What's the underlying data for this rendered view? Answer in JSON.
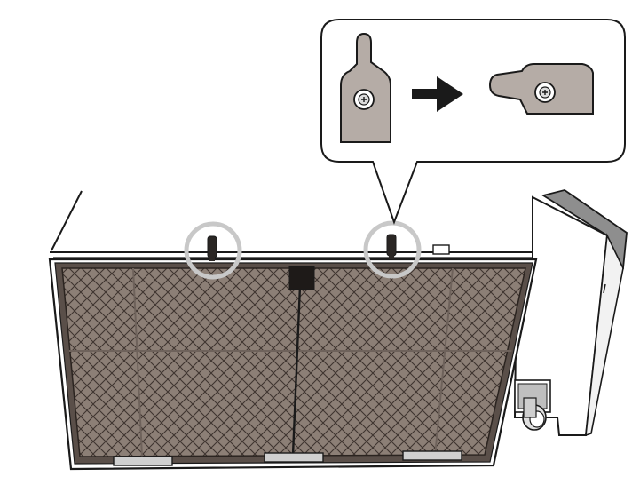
{
  "figure": {
    "kind": "installation-instruction-illustration",
    "subject": "ceiling-cassette-unit-filter",
    "callout": {
      "steps": [
        "latch-upright",
        "latch-rotated"
      ],
      "arrow": "right-arrow-icon"
    },
    "highlighted_latches": 2
  },
  "colors": {
    "outline": "#1a1a1a",
    "mesh_fill": "#8c7f76",
    "mesh_line": "#3e342f",
    "latch_fill": "#b5aca6",
    "highlight_ring": "#c8c8c8",
    "frame_fill": "#ffffff",
    "dark_latch": "#2a2624"
  }
}
